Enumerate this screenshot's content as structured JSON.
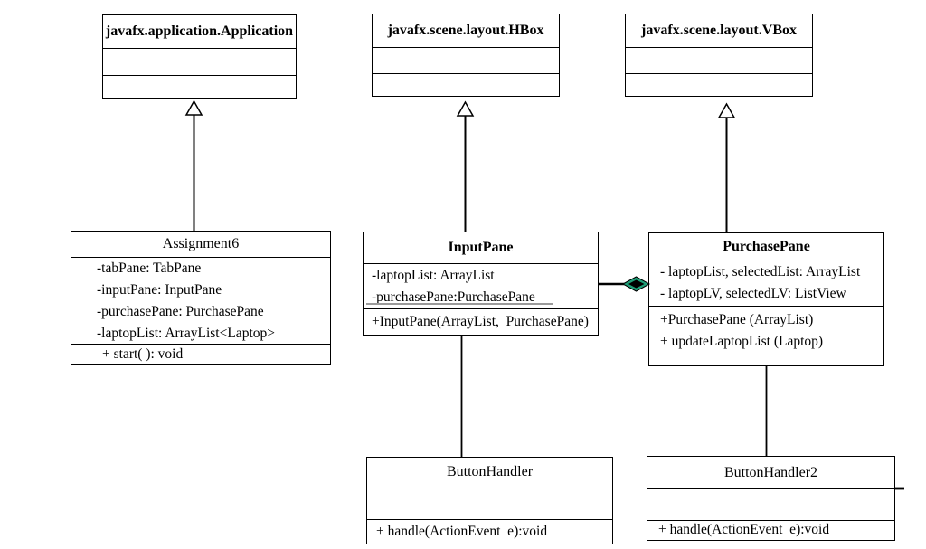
{
  "diagram": {
    "type": "uml-class-diagram",
    "background_color": "#ffffff",
    "line_color": "#000000",
    "aggregation_diamond_color": "#1f9e77"
  },
  "classes": [
    {
      "name": "javafx.application.Application",
      "attributes": [],
      "methods": []
    },
    {
      "name": "javafx.scene.layout.HBox",
      "attributes": [],
      "methods": []
    },
    {
      "name": "javafx.scene.layout.VBox",
      "attributes": [],
      "methods": []
    },
    {
      "name": "Assignment6",
      "attributes": [
        "-tabPane: TabPane",
        "-inputPane: InputPane",
        "-purchasePane: PurchasePane",
        "-laptopList: ArrayList<Laptop>"
      ],
      "methods": [
        "+ start( ): void"
      ]
    },
    {
      "name": "InputPane",
      "attributes": [
        "-laptopList: ArrayList",
        "-purchasePane:PurchasePane"
      ],
      "methods": [
        "+InputPane(ArrayList,  PurchasePane)"
      ]
    },
    {
      "name": "PurchasePane",
      "attributes": [
        "- laptopList, selectedList: ArrayList",
        "- laptopLV, selectedLV: ListView"
      ],
      "methods": [
        "+PurchasePane (ArrayList)",
        "+ updateLaptopList (Laptop)"
      ]
    },
    {
      "name": "ButtonHandler",
      "attributes": [],
      "methods": [
        "+ handle(ActionEvent  e):void"
      ]
    },
    {
      "name": "ButtonHandler2",
      "attributes": [],
      "methods": [
        "+ handle(ActionEvent  e):void"
      ]
    }
  ],
  "relationships": [
    {
      "type": "generalization",
      "from": "Assignment6",
      "to": "javafx.application.Application"
    },
    {
      "type": "generalization",
      "from": "InputPane",
      "to": "javafx.scene.layout.HBox"
    },
    {
      "type": "generalization",
      "from": "PurchasePane",
      "to": "javafx.scene.layout.VBox"
    },
    {
      "type": "aggregation",
      "from": "InputPane",
      "to": "PurchasePane"
    },
    {
      "type": "association",
      "from": "InputPane",
      "to": "ButtonHandler"
    },
    {
      "type": "association",
      "from": "PurchasePane",
      "to": "ButtonHandler2"
    }
  ]
}
